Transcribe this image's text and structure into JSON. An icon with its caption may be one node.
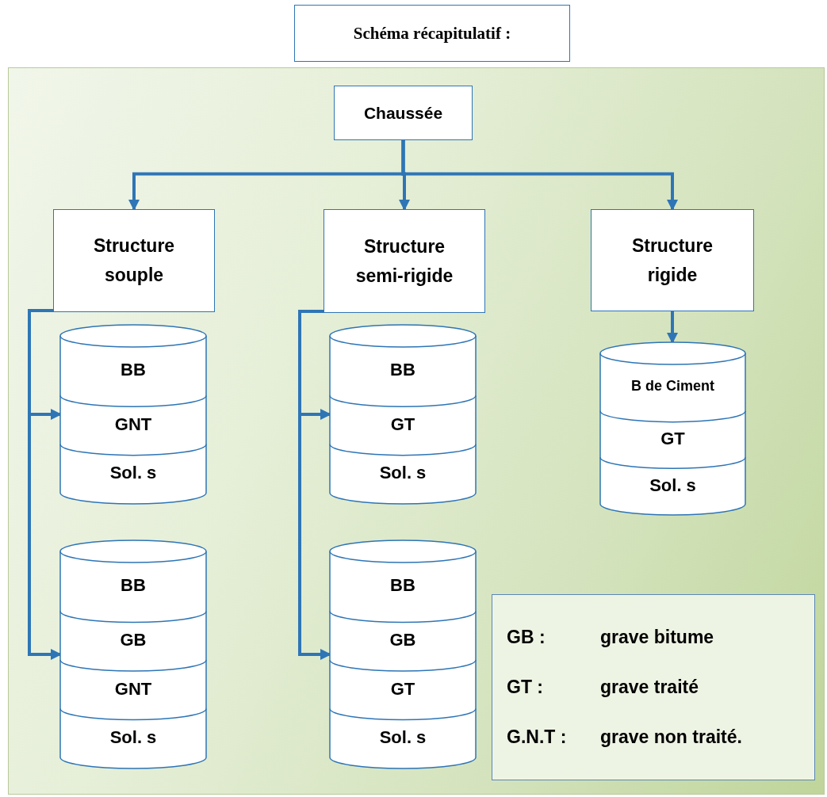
{
  "diagram": {
    "title": "Schéma récapitulatif :",
    "nodes": [
      {
        "text": [
          "Chaussée"
        ]
      },
      {
        "text": [
          "Structure souple"
        ]
      },
      {
        "text": [
          "Structure semi-rigide"
        ]
      },
      {
        "text": [
          "Structure rigide"
        ]
      },
      {
        "text": [
          "BB",
          "GNT",
          "Sol. s"
        ]
      },
      {
        "text": [
          "BB",
          "GT",
          "Sol. s"
        ]
      },
      {
        "text": [
          "B de Ciment",
          "GT",
          "Sol. s"
        ]
      },
      {
        "text": [
          "BB",
          "GB",
          "GNT",
          "Sol. s"
        ]
      },
      {
        "text": [
          "BB",
          "GB",
          "GT",
          "Sol. s"
        ]
      },
      {
        "text": [
          "GB :",
          "grave bitume",
          "GT :",
          "grave traité",
          "G.N.T :",
          "grave non traité."
        ]
      }
    ],
    "edges": [
      {
        "from": 0,
        "to": 1,
        "arrow": "to"
      },
      {
        "from": 0,
        "to": 2,
        "arrow": "to"
      },
      {
        "from": 0,
        "to": 3,
        "arrow": "to"
      },
      {
        "from": 1,
        "to": 4,
        "arrow": "to"
      },
      {
        "from": 1,
        "to": 7,
        "arrow": "to"
      },
      {
        "from": 2,
        "to": 5,
        "arrow": "to"
      },
      {
        "from": 2,
        "to": 8,
        "arrow": "to"
      },
      {
        "from": 3,
        "to": 6,
        "arrow": "to"
      }
    ]
  }
}
